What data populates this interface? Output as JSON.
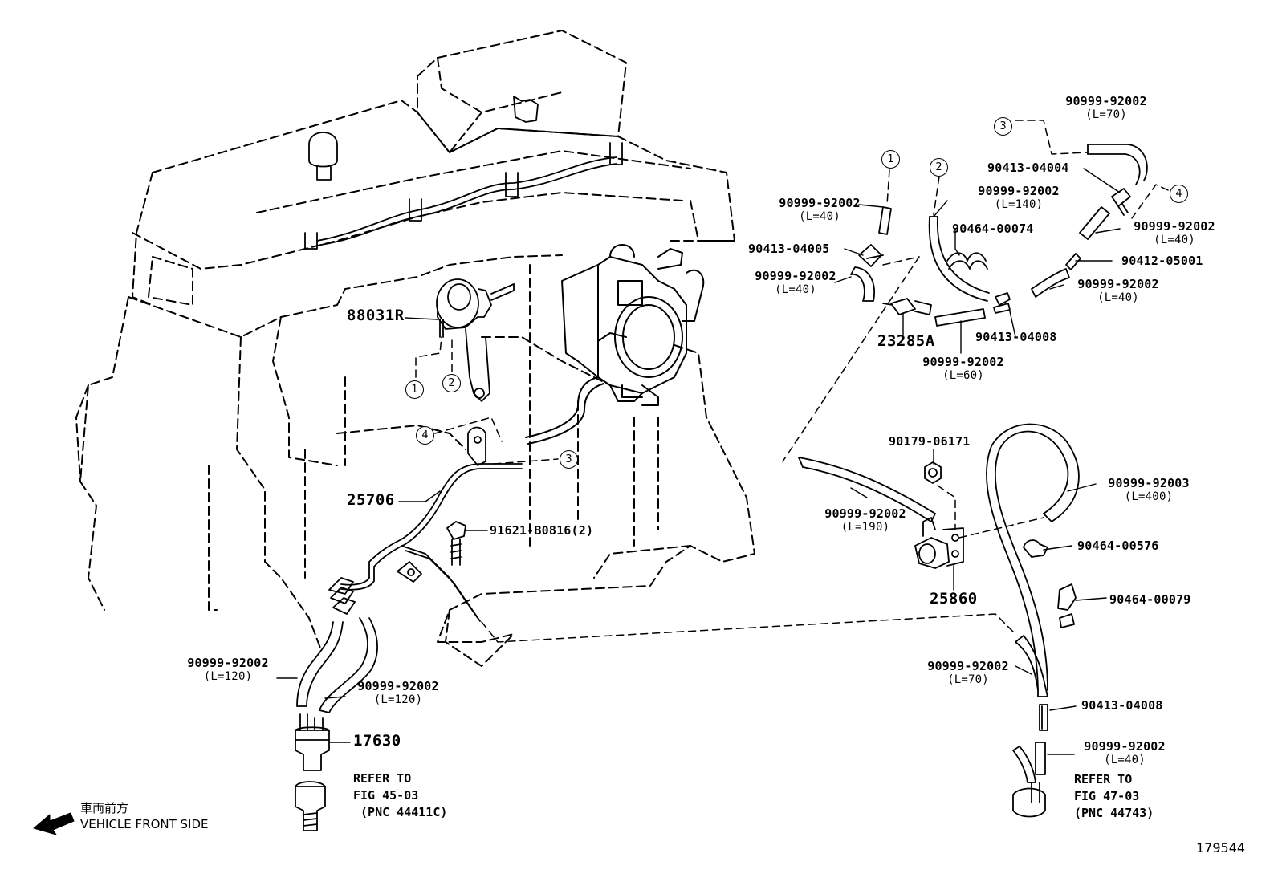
{
  "callouts": {
    "c1": "1",
    "c2": "2",
    "c3": "3",
    "c4": "4"
  },
  "parts": {
    "p88031R": "88031R",
    "p25706": "25706",
    "p91621": "91621-B0816(2)",
    "p17630": "17630",
    "p23285A": "23285A",
    "p25860": "25860",
    "p90413_04004": "90413-04004",
    "p90413_04005": "90413-04005",
    "p90464_00074": "90464-00074",
    "p90412_05001": "90412-05001",
    "p90413_04008_a": "90413-04008",
    "p90179_06171": "90179-06171",
    "p90464_00576": "90464-00576",
    "p90464_00079": "90464-00079",
    "p90413_04008_b": "90413-04008"
  },
  "hoses": {
    "h_top_70": {
      "pn": "90999-92002",
      "len": "(L=70)"
    },
    "h_1_40": {
      "pn": "90999-92002",
      "len": "(L=40)"
    },
    "h_2_140": {
      "pn": "90999-92002",
      "len": "(L=140)"
    },
    "h_r_40": {
      "pn": "90999-92002",
      "len": "(L=40)"
    },
    "h_m_40": {
      "pn": "90999-92002",
      "len": "(L=40)"
    },
    "h_mr_40": {
      "pn": "90999-92002",
      "len": "(L=40)"
    },
    "h_60": {
      "pn": "90999-92002",
      "len": "(L=60)"
    },
    "h_190": {
      "pn": "90999-92002",
      "len": "(L=190)"
    },
    "h_400": {
      "pn": "90999-92003",
      "len": "(L=400)"
    },
    "h_br_70": {
      "pn": "90999-92002",
      "len": "(L=70)"
    },
    "h_br_40": {
      "pn": "90999-92002",
      "len": "(L=40)"
    },
    "h_bl_120a": {
      "pn": "90999-92002",
      "len": "(L=120)"
    },
    "h_bl_120b": {
      "pn": "90999-92002",
      "len": "(L=120)"
    }
  },
  "refs": {
    "left": "REFER TO\nFIG 45-03\n (PNC 44411C)",
    "right": "REFER TO\nFIG 47-03\n(PNC 44743)"
  },
  "orientation": {
    "jp": "車両前方",
    "en": "VEHICLE FRONT SIDE"
  },
  "figure_number": "179544"
}
